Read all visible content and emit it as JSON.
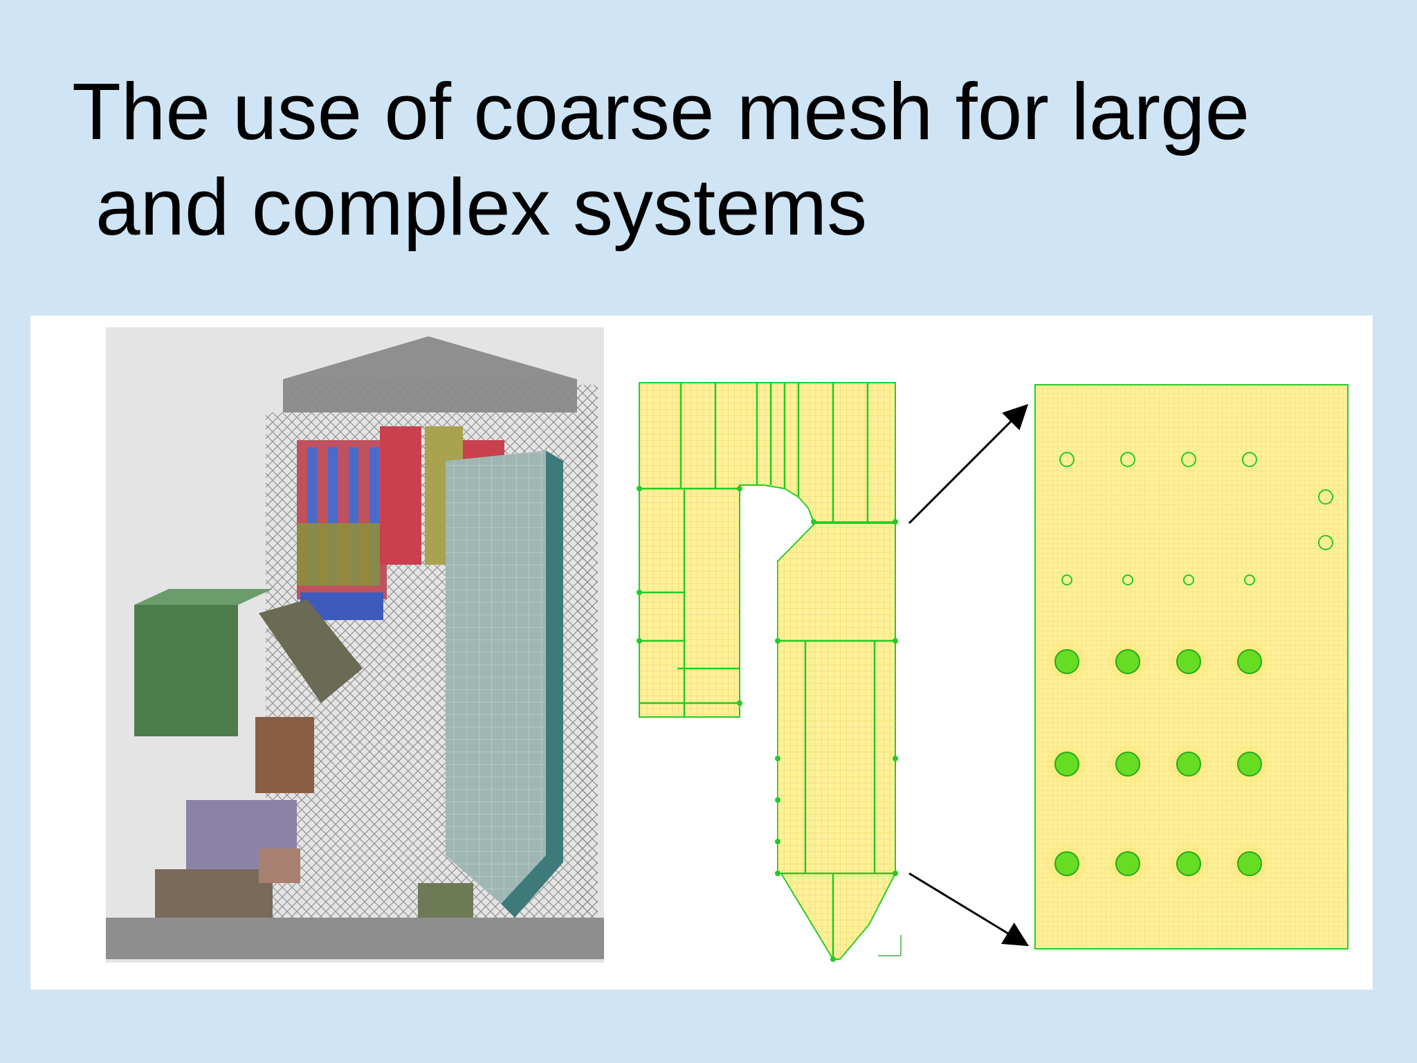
{
  "slide": {
    "title_line1": "The use of coarse mesh for large",
    "title_line2": "and complex systems"
  },
  "figure": {
    "left_image": "boiler-3d-model-illustration",
    "middle_image": "coarse-mesh-boiler-cross-section",
    "right_image": "detailed-mesh-zoom-with-tubes",
    "colors": {
      "background": "#cfe5f6",
      "mesh_fill": "#fff09a",
      "mesh_edge": "#22cc22",
      "arrow": "#000000"
    }
  }
}
